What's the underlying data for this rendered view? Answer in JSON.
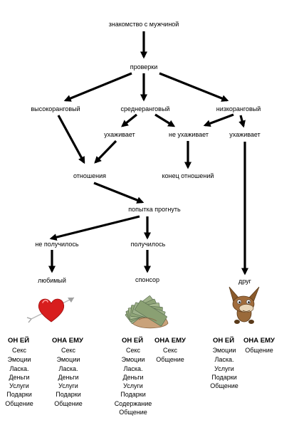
{
  "nodes": {
    "start": "знакомство с мужчиной",
    "checks": "проверки",
    "high_rank": "высокоранговый",
    "mid_rank": "среднеранговый",
    "low_rank": "низкоранговый",
    "courts_mid": "ухаживает",
    "not_courts": "не ухаживает",
    "courts_low": "ухаживает",
    "relationship": "отношения",
    "end_relationship": "конец отношений",
    "attempt": "попытка прогнуть",
    "failed": "не получилось",
    "succeeded": "получилось",
    "beloved": "любимый",
    "sponsor": "спонсор",
    "friend": "друг"
  },
  "icons": {
    "beloved": "heart-with-arrow-icon",
    "sponsor": "money-hand-icon",
    "friend": "donkey-plush-icon"
  },
  "colors": {
    "heart": "#d81e1e",
    "money": "#7f9a6a",
    "skin": "#c9a27a",
    "donkey": "#8b5a2b"
  },
  "columns": {
    "beloved": {
      "he_head": "ОН ЕЙ",
      "she_head": "ОНА ЕМУ",
      "he_items": [
        "Секс",
        "Эмоции",
        "Ласка.",
        "Деньги",
        "Услуги",
        "Подарки",
        "Общение"
      ],
      "she_items": [
        "Секс",
        "Эмоции",
        "Ласка.",
        "Деньги",
        "Услуги",
        "Подарки",
        "Общение"
      ]
    },
    "sponsor": {
      "he_head": "ОН ЕЙ",
      "she_head": "ОНА ЕМУ",
      "he_items": [
        "Секс",
        "Эмоции",
        "Ласка.",
        "Деньги",
        "Услуги",
        "Подарки",
        "Содержание",
        "Общение"
      ],
      "she_items": [
        "Секс",
        "Общение"
      ]
    },
    "friend": {
      "he_head": "ОН ЕЙ",
      "she_head": "ОНА ЕМУ",
      "he_items": [
        "Эмоции",
        "Ласка.",
        "Услуги",
        "Подарки",
        "Общение"
      ],
      "she_items": [
        "Общение"
      ]
    }
  }
}
